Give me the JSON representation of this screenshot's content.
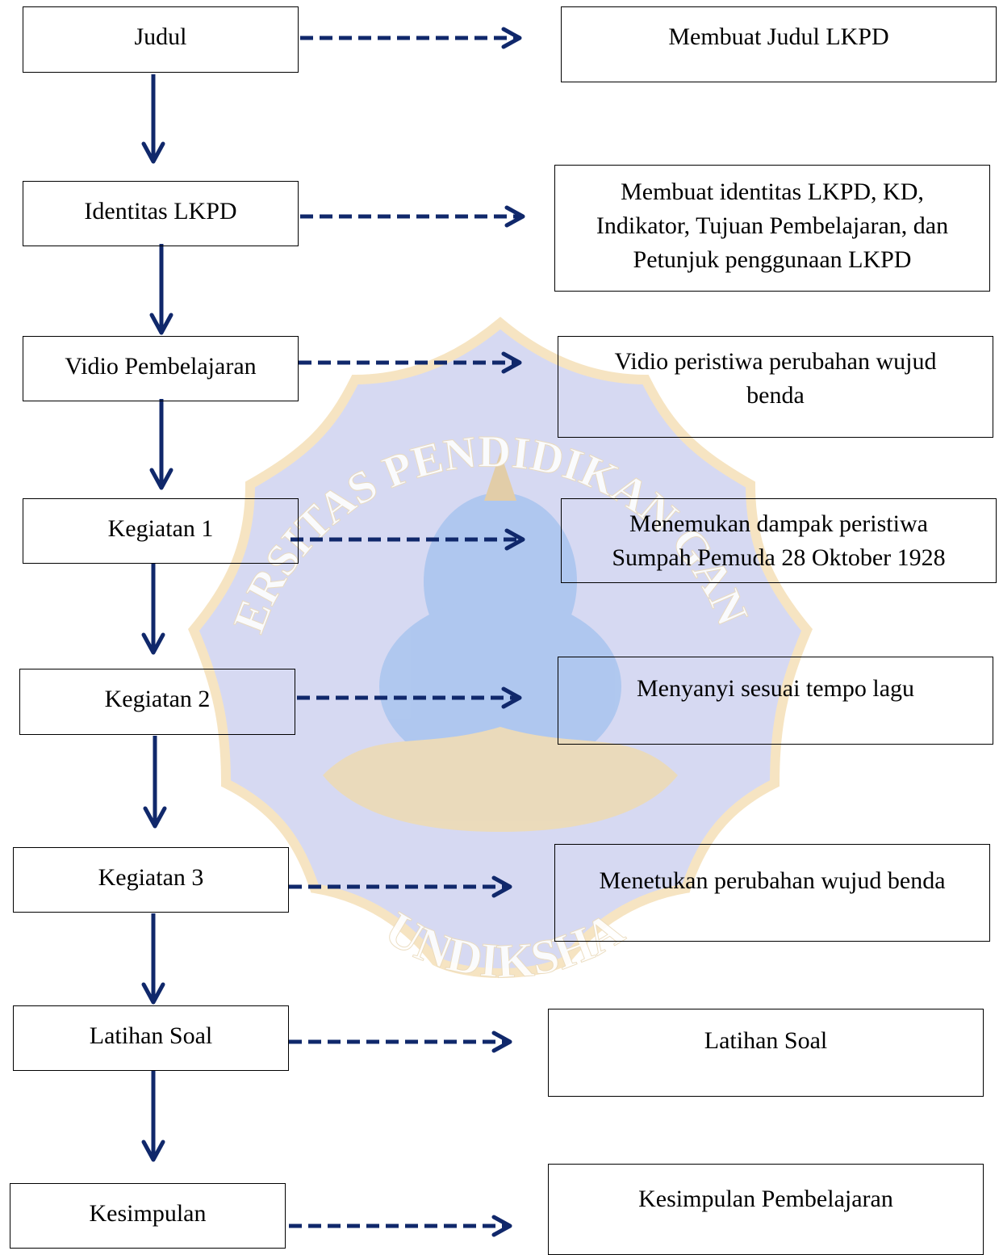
{
  "diagram": {
    "left_steps": [
      {
        "id": "judul",
        "label": "Judul"
      },
      {
        "id": "identitas",
        "label": "Identitas LKPD"
      },
      {
        "id": "vidio",
        "label": "Vidio Pembelajaran"
      },
      {
        "id": "kegiatan1",
        "label": "Kegiatan 1"
      },
      {
        "id": "kegiatan2",
        "label": "Kegiatan 2"
      },
      {
        "id": "kegiatan3",
        "label": "Kegiatan 3"
      },
      {
        "id": "latihan",
        "label": "Latihan Soal"
      },
      {
        "id": "kesimpulan",
        "label": "Kesimpulan"
      }
    ],
    "right_descriptions": [
      {
        "id": "judul",
        "text": "Membuat Judul LKPD"
      },
      {
        "id": "identitas",
        "text": "Membuat identitas LKPD, KD, Indikator, Tujuan Pembelajaran, dan Petunjuk penggunaan LKPD"
      },
      {
        "id": "vidio",
        "text": "Vidio peristiwa perubahan wujud benda"
      },
      {
        "id": "kegiatan1",
        "text": "Menemukan dampak peristiwa Sumpah Pemuda 28 Oktober 1928"
      },
      {
        "id": "kegiatan2",
        "text": "Menyanyi sesuai tempo lagu"
      },
      {
        "id": "kegiatan3",
        "text": "Menetukan perubahan wujud benda"
      },
      {
        "id": "latihan",
        "text": "Latihan Soal"
      },
      {
        "id": "kesimpulan",
        "text": "Kesimpulan Pembelajaran"
      }
    ]
  },
  "watermark": {
    "top_text": "UNIVERSITAS PENDIDIKAN GANESHA",
    "bottom_text": "UNDIKSHA"
  },
  "colors": {
    "arrow": "#10286b",
    "watermark_fill": "#c9cdee",
    "watermark_border": "#f4dcae"
  }
}
